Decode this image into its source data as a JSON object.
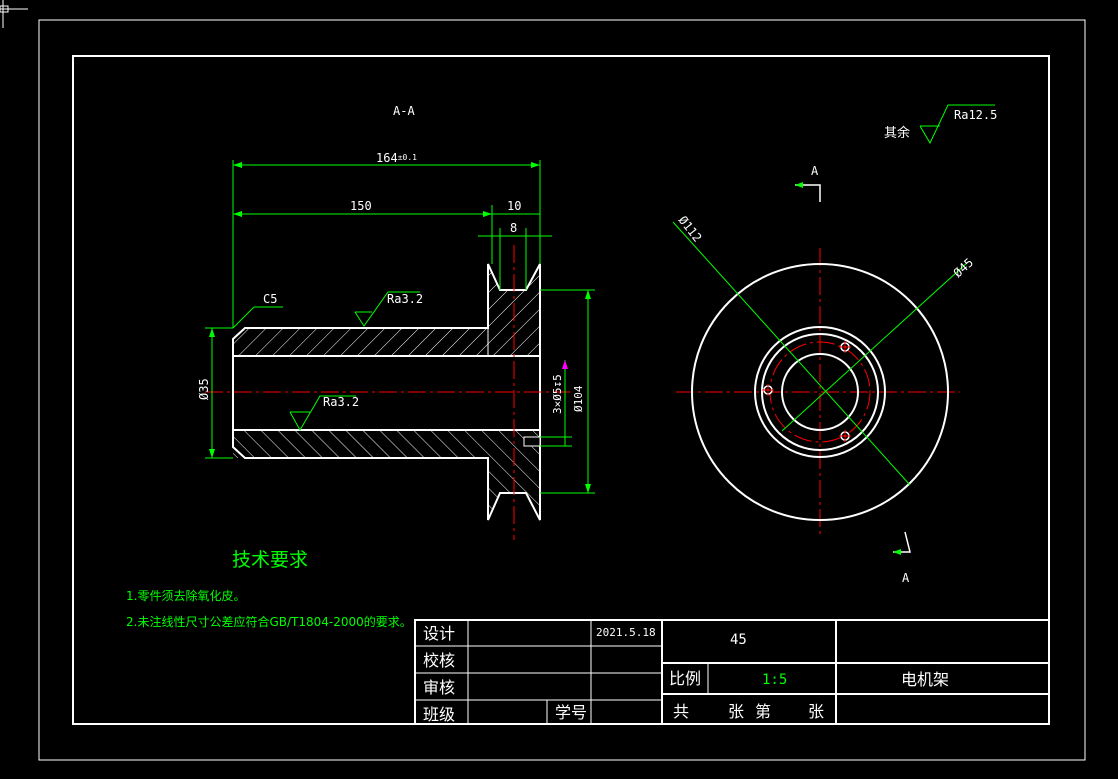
{
  "colors": {
    "background": "#000000",
    "outline": "#ffffff",
    "dimension": "#00ff00",
    "centerline": "#ff0000",
    "annotation": "#ffff00",
    "accent_text": "#00ff00",
    "hole_marker": "#ff00ff"
  },
  "section_view": {
    "section_label": "A-A",
    "dim_overall": "164",
    "dim_overall_tolerance": "±0.1",
    "dim_hub_length": "150",
    "dim_rim_width": "10",
    "dim_groove_width": "8",
    "chamfer": "C5",
    "roughness_outer": "Ra3.2",
    "roughness_bore": "Ra3.2",
    "dim_bore_diameter": "Ø35",
    "dim_holes": "3×Ø5↧5",
    "dim_rim_diameter": "Ø104"
  },
  "side_view": {
    "cut_label_top": "A",
    "cut_label_bottom": "A",
    "dim_outer_diameter": "Ø112",
    "dim_bolt_circle": "Ø45"
  },
  "roughness_note": {
    "prefix": "其余",
    "value": "Ra12.5"
  },
  "tech_requirements": {
    "title": "技术要求",
    "items": [
      "1.零件须去除氧化皮。",
      "2.未注线性尺寸公差应符合GB/T1804-2000的要求。"
    ]
  },
  "title_block": {
    "design_label": "设计",
    "design_date": "2021.5.18",
    "check_label": "校核",
    "review_label": "审核",
    "class_label": "班级",
    "student_id_label": "学号",
    "material": "45",
    "scale_label": "比例",
    "scale_value": "1:5",
    "part_name": "电机架",
    "sheet_total_label": "共",
    "sheet_unit_label": "张",
    "sheet_index_label": "第",
    "sheet_unit_label2": "张"
  }
}
